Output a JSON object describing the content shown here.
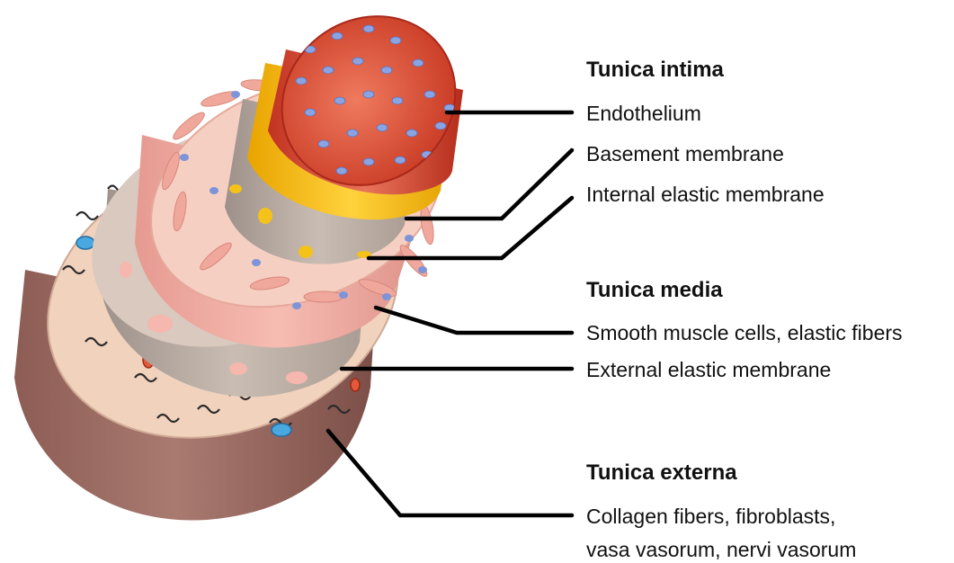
{
  "tunica_intima": {
    "heading": "Tunica intima",
    "endothelium": "Endothelium",
    "basement_membrane": "Basement membrane",
    "internal_elastic_membrane": "Internal elastic membrane"
  },
  "tunica_media": {
    "heading": "Tunica media",
    "smooth_muscle": "Smooth muscle cells, elastic fibers",
    "external_elastic_membrane": "External elastic membrane"
  },
  "tunica_externa": {
    "heading": "Tunica externa",
    "line1": "Collagen fibers, fibroblasts,",
    "line2": "vasa vasorum, nervi vasorum"
  },
  "colors": {
    "externa_side": "#a07067",
    "externa_face": "#f1d2bd",
    "media_side": "#efb0a6",
    "media_face": "#f6cfc3",
    "elastic_band": "#bdb0a6",
    "basement_yellow": "#f5b800",
    "endothelium_red": "#d9442e",
    "nucleus_blue": "#7d95d8",
    "leader_line": "#000000"
  }
}
